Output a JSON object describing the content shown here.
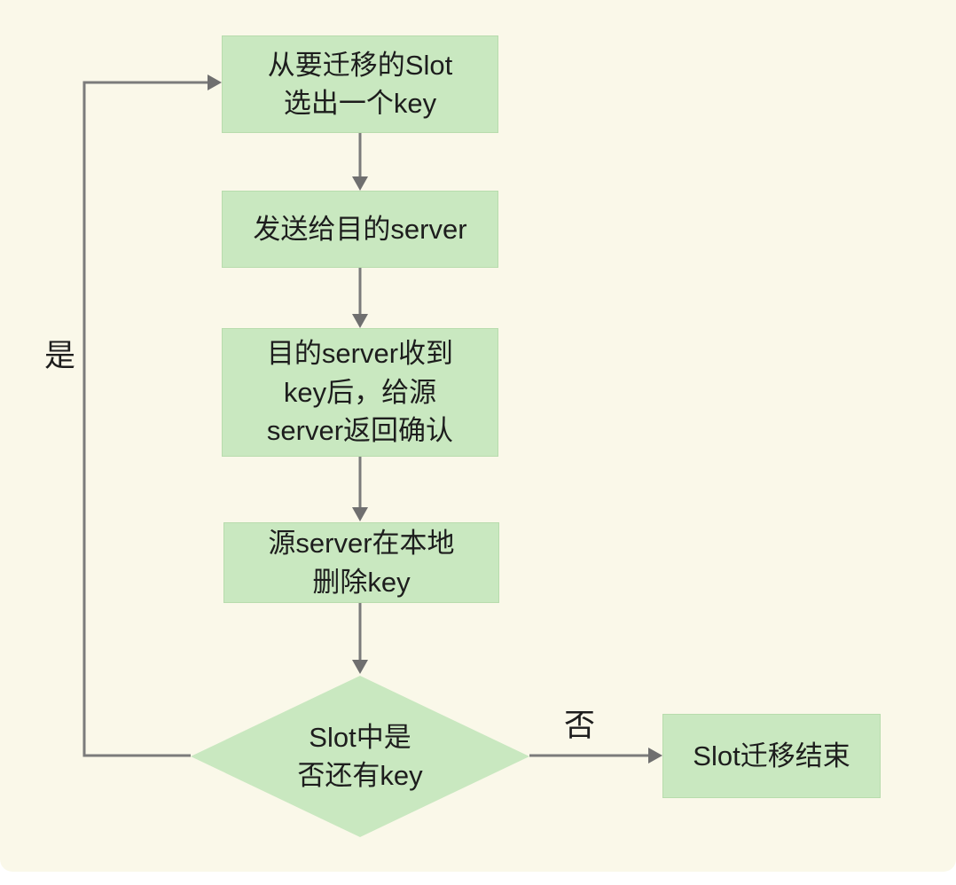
{
  "theme": {
    "sheet-color": "#faf8e9",
    "node-fill": "#c9e8c0",
    "node-border": "#b8dcad",
    "arrow-color": "#7b7b7b",
    "arrow-head-color": "#6f6f6f",
    "text-color": "#1d1d1d"
  },
  "flowchart": {
    "nodes": [
      {
        "id": "pick-key",
        "type": "process",
        "label": "从要迁移的Slot\n选出一个key"
      },
      {
        "id": "send-to-dest",
        "type": "process",
        "label": "发送给目的server"
      },
      {
        "id": "dest-ack",
        "type": "process",
        "label": "目的server收到\nkey后，给源\nserver返回确认"
      },
      {
        "id": "delete-key",
        "type": "process",
        "label": "源server在本地\n删除key"
      },
      {
        "id": "keys-remaining",
        "type": "decision",
        "label": "Slot中是\n否还有key"
      },
      {
        "id": "migration-done",
        "type": "process",
        "label": "Slot迁移结束"
      }
    ],
    "edge_labels": {
      "yes": "是",
      "no": "否"
    }
  }
}
